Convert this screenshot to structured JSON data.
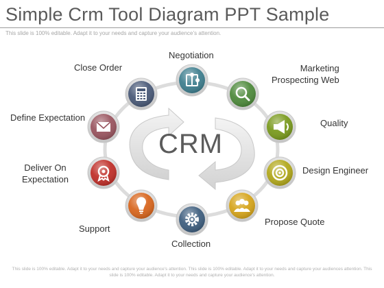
{
  "title": "Simple Crm Tool Diagram PPT Sample",
  "subtitle": "This slide is 100% editable. Adapt it to your needs and capture your audience’s attention.",
  "footer": "This slide is 100% editable. Adapt it to your needs and capture your audience's attention. This slide is 100% editable. Adapt it to your needs and capture your audiences attention. This slide is 100% editable. Adapt it to your needs and capture your audience's attention.",
  "center_label": "CRM",
  "colors": {
    "ring": "#dcdcdc",
    "arrow": "#e4e4e4"
  },
  "nodes": [
    {
      "id": "negotiation",
      "label": "Negotiation",
      "color": "#3f7f8f",
      "icon": "puzzle-icon"
    },
    {
      "id": "marketing",
      "label": "Marketing Prospecting Web",
      "label_lines": [
        "Marketing",
        "Prospecting Web"
      ],
      "color": "#4e8a3c",
      "icon": "magnifier-icon"
    },
    {
      "id": "quality",
      "label": "Quality",
      "color": "#7a9a1e",
      "icon": "megaphone-icon"
    },
    {
      "id": "design",
      "label": "Design Engineer",
      "color": "#b2a81c",
      "icon": "target-icon"
    },
    {
      "id": "propose",
      "label": "Propose Quote",
      "color": "#d6a51c",
      "icon": "people-icon"
    },
    {
      "id": "collection",
      "label": "Collection",
      "color": "#3f5f7f",
      "icon": "gear-icon"
    },
    {
      "id": "support",
      "label": "Support",
      "color": "#d8661e",
      "icon": "lightbulb-icon"
    },
    {
      "id": "deliver",
      "label": "Deliver On Expectation",
      "label_lines": [
        "Deliver On",
        "Expectation"
      ],
      "color": "#c0302a",
      "icon": "award-icon"
    },
    {
      "id": "define",
      "label": "Define Expectation",
      "color": "#9a5660",
      "icon": "envelope-icon"
    },
    {
      "id": "close",
      "label": "Close Order",
      "color": "#4a5a78",
      "icon": "calculator-icon"
    }
  ]
}
